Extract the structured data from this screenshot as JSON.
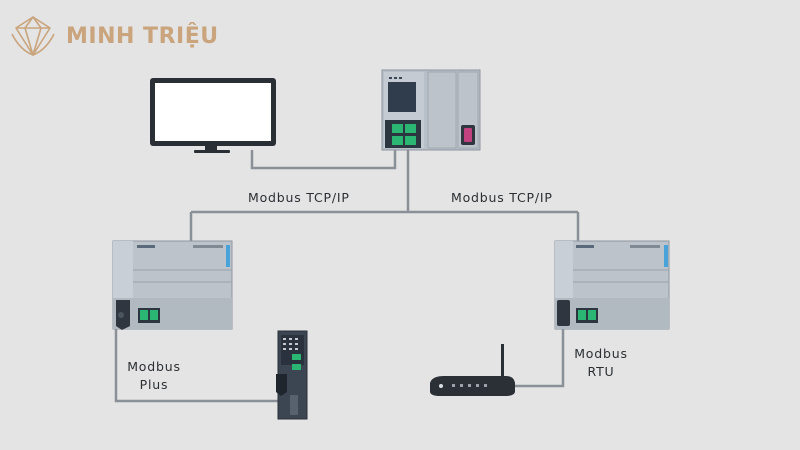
{
  "brand": {
    "name": "MINH TRIỆU",
    "accent_color": "#c9a47c",
    "icon": "diamond-logo-icon"
  },
  "diagram": {
    "nodes": [
      {
        "id": "monitor",
        "icon": "monitor-icon"
      },
      {
        "id": "master-plc",
        "icon": "plc-controller-icon"
      },
      {
        "id": "left-plc",
        "icon": "plc-controller-icon"
      },
      {
        "id": "right-plc",
        "icon": "plc-controller-icon"
      },
      {
        "id": "io-module",
        "icon": "io-module-icon"
      },
      {
        "id": "router",
        "icon": "router-icon"
      }
    ],
    "edges": [
      {
        "from": "monitor",
        "to": "master-plc"
      },
      {
        "from": "master-plc",
        "to": "left-plc",
        "label": "Modbus TCP/IP"
      },
      {
        "from": "master-plc",
        "to": "right-plc",
        "label": "Modbus TCP/IP"
      },
      {
        "from": "left-plc",
        "to": "io-module",
        "label": "Modbus Plus"
      },
      {
        "from": "right-plc",
        "to": "router",
        "label": "Modbus RTU"
      }
    ]
  },
  "labels": {
    "tcp_left": "Modbus TCP/IP",
    "tcp_right": "Modbus TCP/IP",
    "plus_line1": "Modbus",
    "plus_line2": "Plus",
    "rtu_line1": "Modbus",
    "rtu_line2": "RTU"
  },
  "colors": {
    "background": "#e4e4e4",
    "wire": "#8a9098",
    "device_body": "#b9c0c8",
    "device_dark": "#2f3a45",
    "port_green": "#2bb673"
  }
}
